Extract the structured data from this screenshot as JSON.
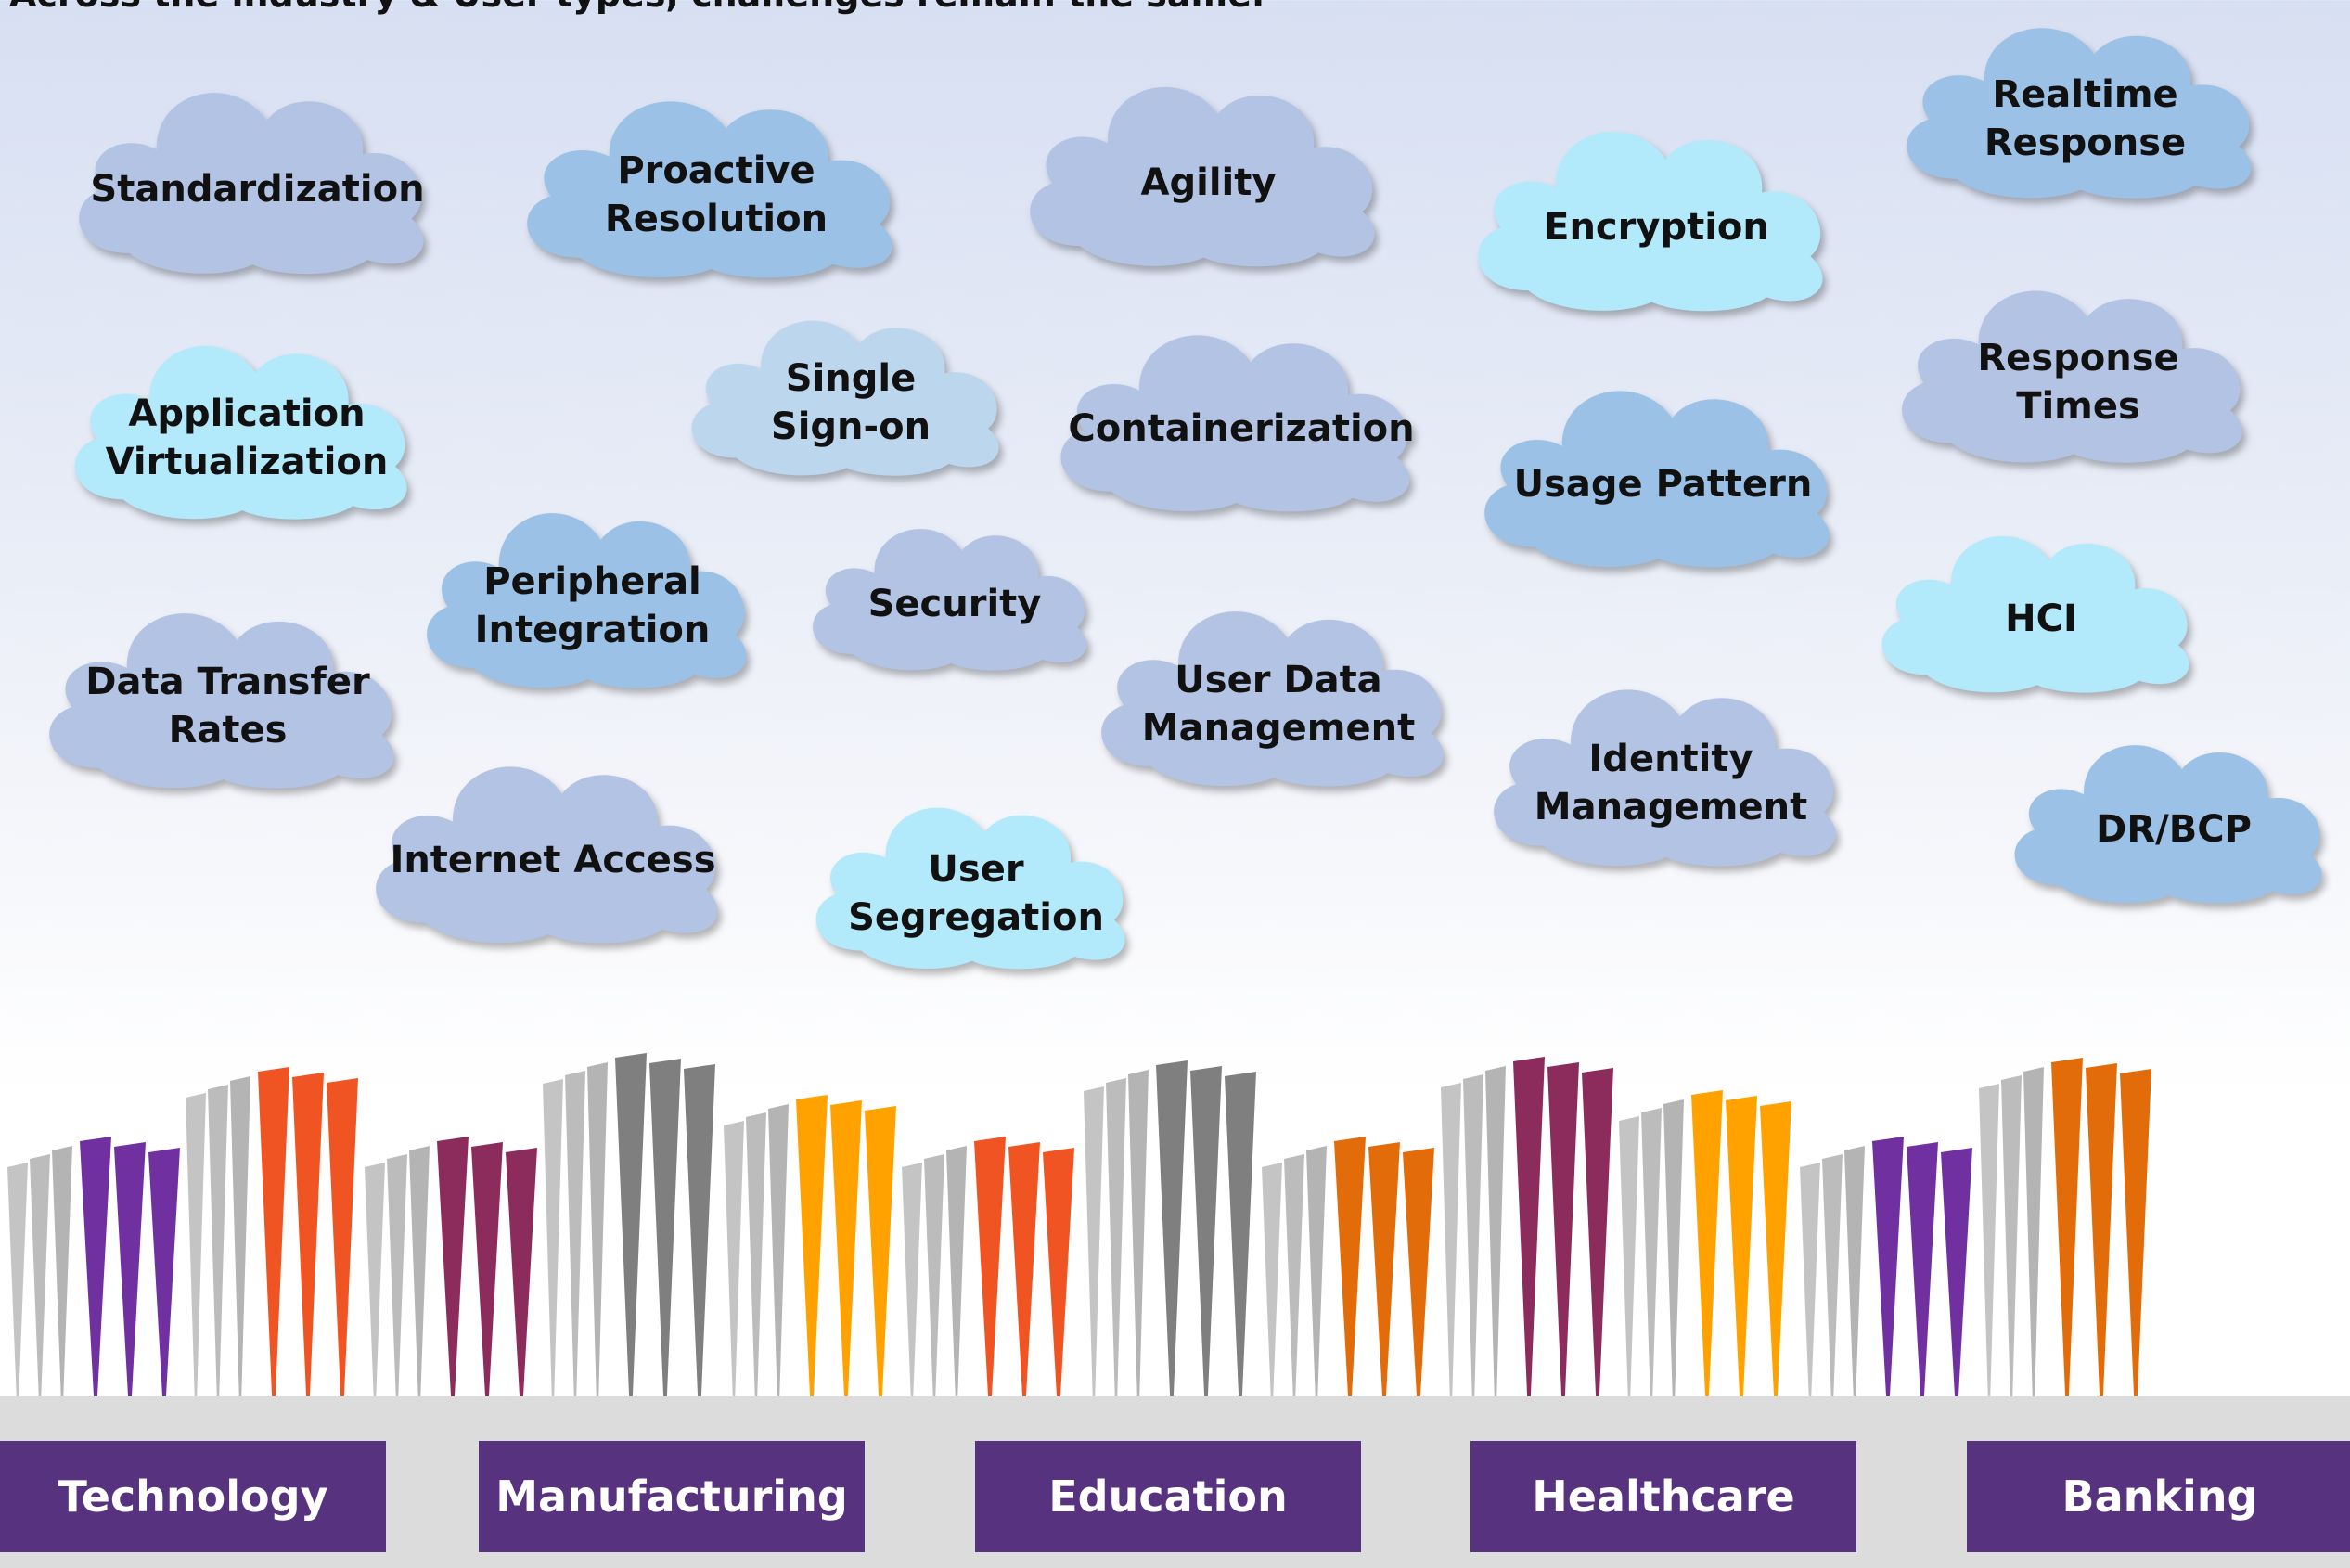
{
  "header_text": "Across the industry & User types, challenges remain the same.",
  "clouds": [
    {
      "id": "standardization",
      "lines": [
        "Standardization"
      ],
      "color": "#b3c3e4"
    },
    {
      "id": "proactive-resolution",
      "lines": [
        "Proactive",
        "Resolution"
      ],
      "color": "#9cc1e6"
    },
    {
      "id": "agility",
      "lines": [
        "Agility"
      ],
      "color": "#b3c3e4"
    },
    {
      "id": "encryption",
      "lines": [
        "Encryption"
      ],
      "color": "#b2e9fb"
    },
    {
      "id": "realtime-response",
      "lines": [
        "Realtime",
        "Response"
      ],
      "color": "#9cc1e6"
    },
    {
      "id": "application-virtualization",
      "lines": [
        "Application",
        "Virtualization"
      ],
      "color": "#b2e9fb"
    },
    {
      "id": "single-sign-on",
      "lines": [
        "Single",
        "Sign-on"
      ],
      "color": "#bcd6ee"
    },
    {
      "id": "containerization",
      "lines": [
        "Containerization"
      ],
      "color": "#b3c3e4"
    },
    {
      "id": "usage-pattern",
      "lines": [
        "Usage Pattern"
      ],
      "color": "#9cc1e6"
    },
    {
      "id": "response-times",
      "lines": [
        "Response",
        "Times"
      ],
      "color": "#b3c3e4"
    },
    {
      "id": "peripheral-integration",
      "lines": [
        "Peripheral",
        "Integration"
      ],
      "color": "#9cc1e6"
    },
    {
      "id": "security",
      "lines": [
        "Security"
      ],
      "color": "#b3c3e4"
    },
    {
      "id": "hci",
      "lines": [
        "HCI"
      ],
      "color": "#b2e9fb"
    },
    {
      "id": "data-transfer-rates",
      "lines": [
        "Data Transfer",
        "Rates"
      ],
      "color": "#b3c3e4"
    },
    {
      "id": "user-data-management",
      "lines": [
        "User Data",
        "Management"
      ],
      "color": "#b3c3e4"
    },
    {
      "id": "identity-management",
      "lines": [
        "Identity",
        "Management"
      ],
      "color": "#b3c3e4"
    },
    {
      "id": "dr-bcp",
      "lines": [
        "DR/BCP"
      ],
      "color": "#9cc1e6"
    },
    {
      "id": "internet-access",
      "lines": [
        "Internet Access"
      ],
      "color": "#b3c3e4"
    },
    {
      "id": "user-segregation",
      "lines": [
        "User",
        "Segregation"
      ],
      "color": "#b2e9fb"
    }
  ],
  "industries": [
    "Technology",
    "Manufacturing",
    "Education",
    "Healthcare",
    "Banking"
  ],
  "colors": {
    "industry_bar": "#57327f",
    "building_grey": "#c0c0c0",
    "accents": [
      "#7030a0",
      "#f05423",
      "#8b2c5c",
      "#7f7f7f",
      "#ffa200",
      "#f05423",
      "#7f7f7f",
      "#e36c0a",
      "#8b2c5c",
      "#ffa200",
      "#7030a0",
      "#e36c0a"
    ]
  }
}
